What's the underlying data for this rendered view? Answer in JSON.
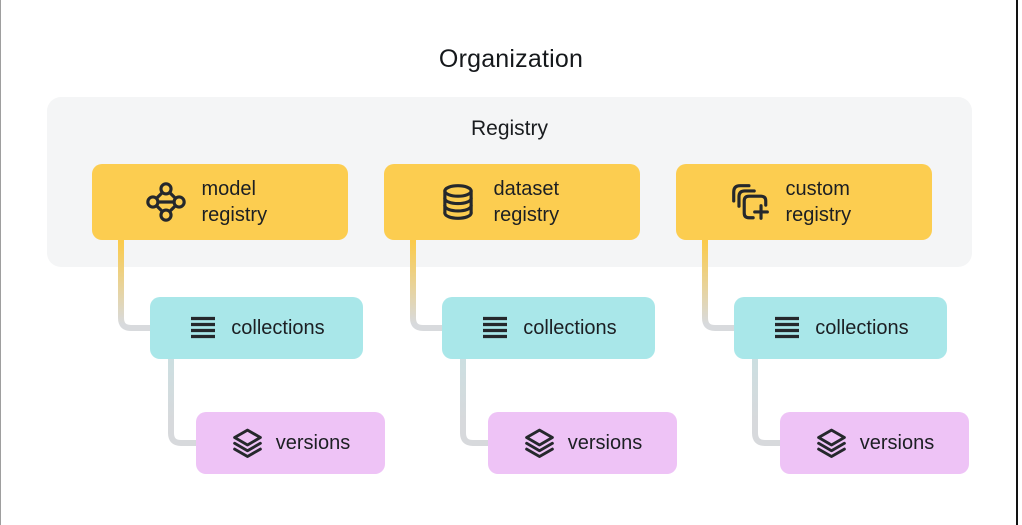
{
  "page": {
    "title": "Organization"
  },
  "registry": {
    "label": "Registry",
    "items": [
      {
        "label": "model registry",
        "icon": "model-graph-icon"
      },
      {
        "label": "dataset registry",
        "icon": "database-icon"
      },
      {
        "label": "custom registry",
        "icon": "custom-registry-add-icon"
      }
    ]
  },
  "children": {
    "collections_label": "collections",
    "versions_label": "versions"
  },
  "colors": {
    "registry_container_bg": "#F4F5F6",
    "registry_item_bg": "#FCCD50",
    "collections_bg": "#A9E7E9",
    "versions_bg": "#EEC3F6",
    "icon_color": "#25282C",
    "connector_yellow": "#FBCB4C",
    "connector_gray": "#D7D9DC",
    "connector_teal_tint": "#CBDFE1"
  }
}
